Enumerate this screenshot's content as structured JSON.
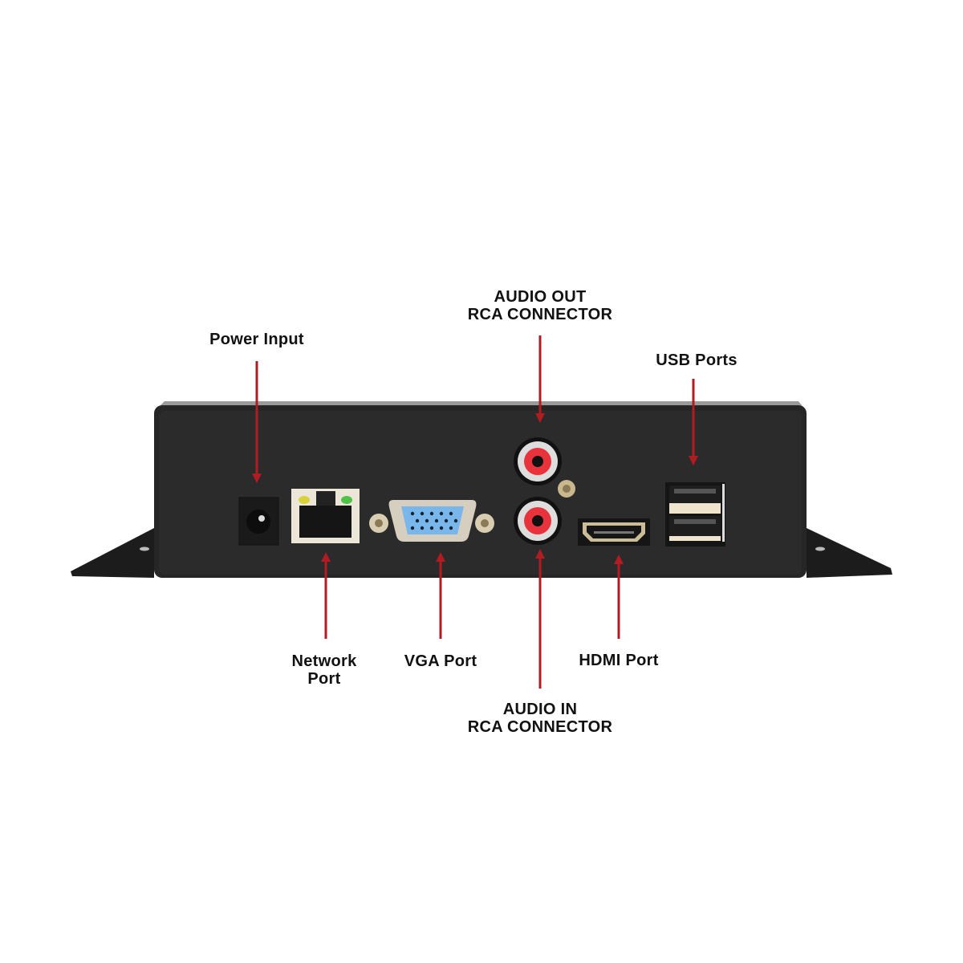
{
  "labels": {
    "power_input": "Power Input",
    "audio_out_line1": "AUDIO OUT",
    "audio_out_line2": "RCA CONNECTOR",
    "usb_ports": "USB Ports",
    "network_port_line1": "Network",
    "network_port_line2": "Port",
    "vga_port": "VGA Port",
    "audio_in_line1": "AUDIO IN",
    "audio_in_line2": "RCA CONNECTOR",
    "hdmi_port": "HDMI Port"
  },
  "colors": {
    "arrow": "#b01c22",
    "device_body": "#262626",
    "vga_insert": "#79b6ea",
    "rca_insert": "#e8323c",
    "led_yellow": "#d9d23a",
    "led_green": "#4fc24a"
  }
}
